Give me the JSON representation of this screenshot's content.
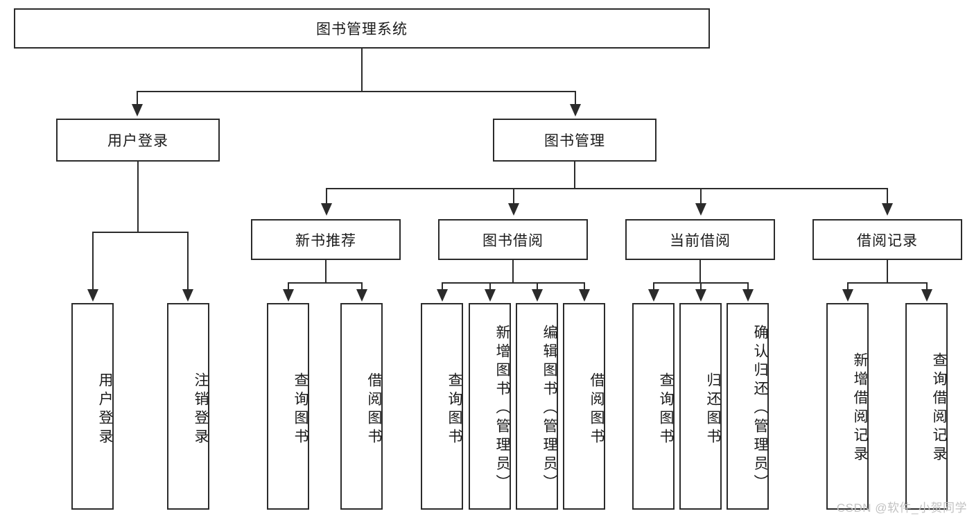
{
  "diagram": {
    "type": "tree-hierarchy",
    "title": "图书管理系统",
    "levels": 4,
    "root": {
      "id": "root",
      "label": "图书管理系统"
    },
    "level2": [
      {
        "id": "user-login",
        "label": "用户登录"
      },
      {
        "id": "book-management",
        "label": "图书管理"
      }
    ],
    "level3": [
      {
        "id": "new-book-recommend",
        "label": "新书推荐",
        "parent": "book-management"
      },
      {
        "id": "book-borrow",
        "label": "图书借阅",
        "parent": "book-management"
      },
      {
        "id": "current-borrow",
        "label": "当前借阅",
        "parent": "book-management"
      },
      {
        "id": "borrow-record",
        "label": "借阅记录",
        "parent": "book-management"
      }
    ],
    "leaves": {
      "user-login": [
        {
          "id": "leaf-user-login",
          "label": "用户登录"
        },
        {
          "id": "leaf-logout",
          "label": "注销登录"
        }
      ],
      "new-book-recommend": [
        {
          "id": "leaf-query-book-1",
          "label": "查询图书"
        },
        {
          "id": "leaf-borrow-book-1",
          "label": "借阅图书"
        }
      ],
      "book-borrow": [
        {
          "id": "leaf-query-book-2",
          "label": "查询图书"
        },
        {
          "id": "leaf-add-book",
          "label": "新增图书（管理员）"
        },
        {
          "id": "leaf-edit-book",
          "label": "编辑图书（管理员）"
        },
        {
          "id": "leaf-borrow-book-2",
          "label": "借阅图书"
        }
      ],
      "current-borrow": [
        {
          "id": "leaf-query-book-3",
          "label": "查询图书"
        },
        {
          "id": "leaf-return-book",
          "label": "归还图书"
        },
        {
          "id": "leaf-confirm-return",
          "label": "确认归还（管理员）"
        }
      ],
      "borrow-record": [
        {
          "id": "leaf-add-record",
          "label": "新增借阅记录"
        },
        {
          "id": "leaf-query-record",
          "label": "查询借阅记录"
        }
      ]
    },
    "colors": {
      "stroke": "#2b2b2b",
      "fill": "#ffffff",
      "text": "#1a1a1a",
      "watermark": "#c2c2c2"
    }
  },
  "watermark": {
    "text": "CSDN @软件_小贺同学"
  }
}
